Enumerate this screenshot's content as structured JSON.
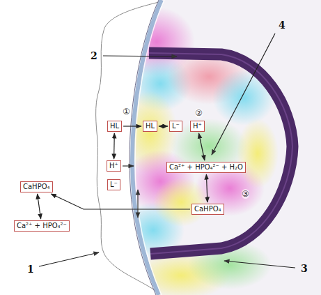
{
  "diagram": {
    "nodes": [
      {
        "text": [
          "HL"
        ]
      },
      {
        "text": [
          "H⁺"
        ]
      },
      {
        "text": [
          "L⁻"
        ]
      },
      {
        "text": [
          "CaHPO₄"
        ]
      },
      {
        "text": [
          "Ca²⁺ + HPO₄²⁻"
        ]
      },
      {
        "text": [
          "HL"
        ]
      },
      {
        "text": [
          "L⁻"
        ]
      },
      {
        "text": [
          "H⁺"
        ]
      },
      {
        "text": [
          "Ca²⁺ + HPO₄²⁻ + H₂O"
        ]
      },
      {
        "text": [
          "CaHPO₄"
        ]
      }
    ],
    "edges": [
      {
        "from": 0,
        "to": 1,
        "arrow": "both"
      },
      {
        "from": 0,
        "to": 5,
        "arrow": "to"
      },
      {
        "from": 5,
        "to": 6,
        "arrow": "both"
      },
      {
        "from": 7,
        "to": 8,
        "arrow": "both"
      },
      {
        "from": 8,
        "to": 9,
        "arrow": "both"
      },
      {
        "from": 9,
        "to": 3,
        "arrow": "to"
      },
      {
        "from": 3,
        "to": 4,
        "arrow": "both"
      }
    ],
    "labels": [
      "①",
      "②",
      "③",
      "1",
      "2",
      "3",
      "4"
    ]
  }
}
